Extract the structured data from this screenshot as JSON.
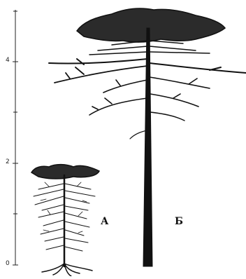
{
  "scale": {
    "ticks": [
      "0",
      "2",
      "4"
    ]
  },
  "trees": [
    {
      "label": "А"
    },
    {
      "label": "Б"
    }
  ],
  "colors": {
    "ink": "#111111",
    "canopy": "#2b2b2b"
  }
}
